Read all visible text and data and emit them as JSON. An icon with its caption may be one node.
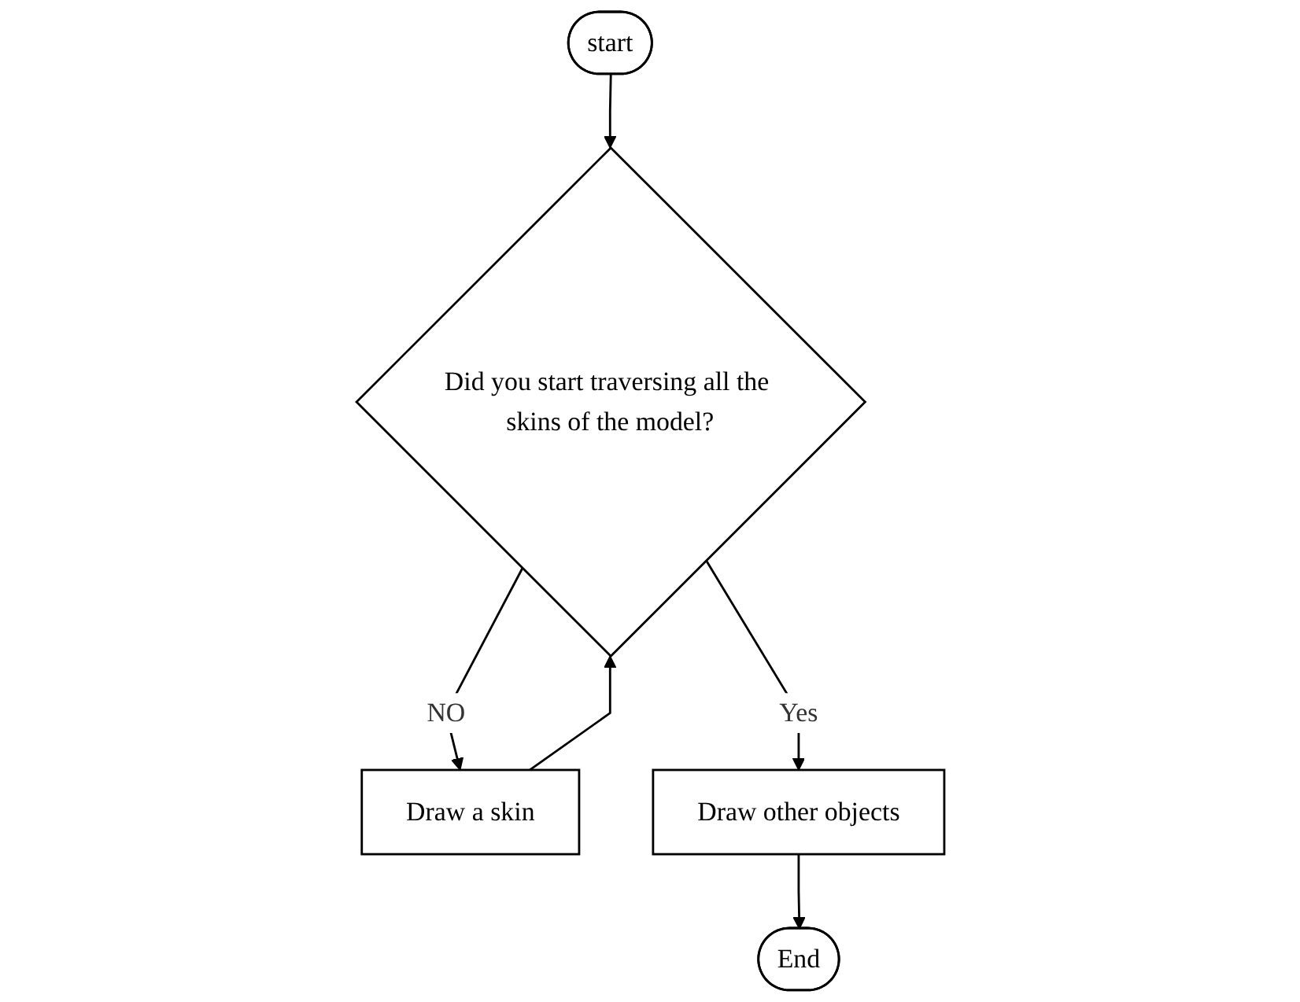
{
  "diagram": {
    "nodes": [
      {
        "text": [
          "start"
        ]
      },
      {
        "text": [
          "Did you start traversing all the skins of the model?"
        ]
      },
      {
        "text": [
          "Draw a skin"
        ]
      },
      {
        "text": [
          "Draw other objects"
        ]
      },
      {
        "text": [
          "End"
        ]
      }
    ],
    "edges": [
      {
        "from": 0,
        "to": 1,
        "arrow": "to"
      },
      {
        "from": 1,
        "to": 2,
        "arrow": "to",
        "label": "NO"
      },
      {
        "from": 2,
        "to": 1,
        "arrow": "to"
      },
      {
        "from": 1,
        "to": 3,
        "arrow": "to",
        "label": "Yes"
      },
      {
        "from": 3,
        "to": 4,
        "arrow": "to"
      }
    ]
  }
}
